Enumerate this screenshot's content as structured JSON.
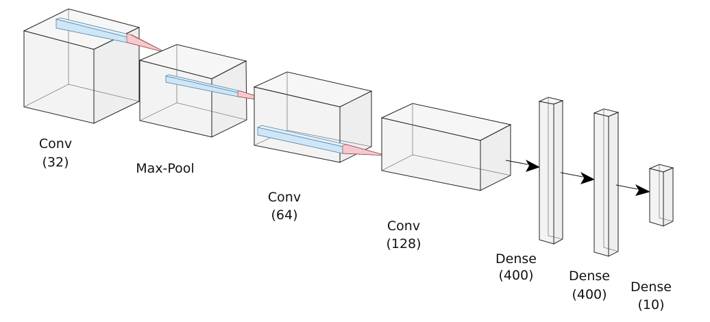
{
  "layers": [
    {
      "id": "conv-32",
      "name": "Conv",
      "size": "(32)"
    },
    {
      "id": "max-pool",
      "name": "Max-Pool",
      "size": ""
    },
    {
      "id": "conv-64",
      "name": "Conv",
      "size": "(64)"
    },
    {
      "id": "conv-128",
      "name": "Conv",
      "size": "(128)"
    },
    {
      "id": "dense-400-a",
      "name": "Dense",
      "size": "(400)"
    },
    {
      "id": "dense-400-b",
      "name": "Dense",
      "size": "(400)"
    },
    {
      "id": "dense-10",
      "name": "Dense",
      "size": "(10)"
    }
  ],
  "colors": {
    "box_fill": "#f3f3f3",
    "kernel_fill": "#cfe6f7",
    "projection_fill": "#f6c9cc",
    "arrow": "#000000"
  }
}
